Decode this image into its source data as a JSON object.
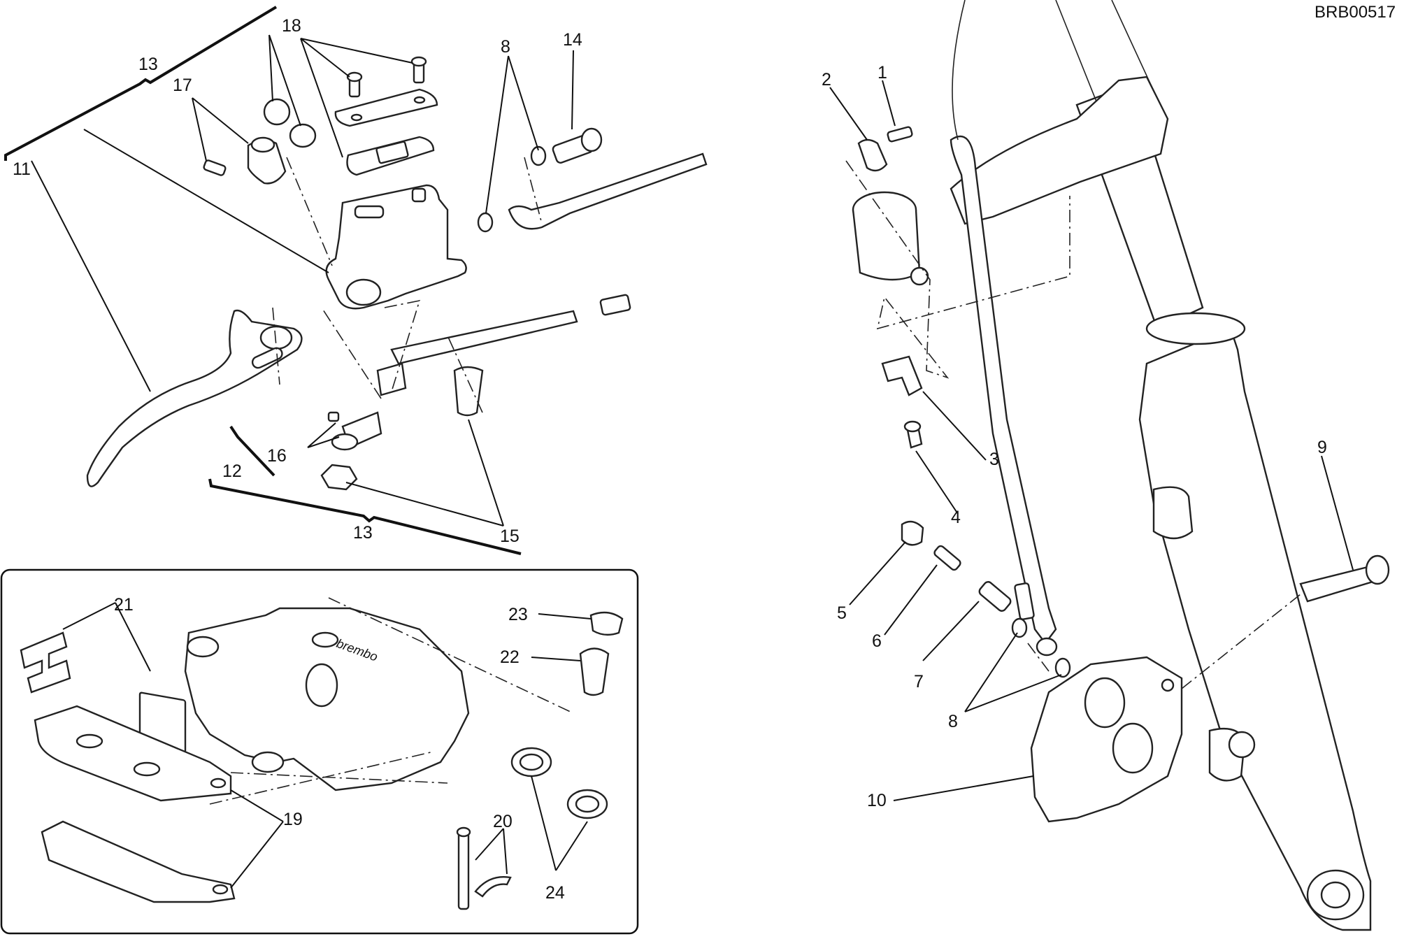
{
  "drawing_code": "BRB00517",
  "callouts": {
    "c1": "1",
    "c2": "2",
    "c3": "3",
    "c4": "4",
    "c5": "5",
    "c6": "6",
    "c7": "7",
    "c8_top": "8",
    "c8_bottom": "8",
    "c9": "9",
    "c10": "10",
    "c11": "11",
    "c12": "12",
    "c13_top": "13",
    "c13_bottom": "13",
    "c14": "14",
    "c15": "15",
    "c16": "16",
    "c17": "17",
    "c18": "18",
    "c19": "19",
    "c20": "20",
    "c21": "21",
    "c22": "22",
    "c23": "23",
    "c24": "24"
  },
  "brand_marking": "brembo"
}
